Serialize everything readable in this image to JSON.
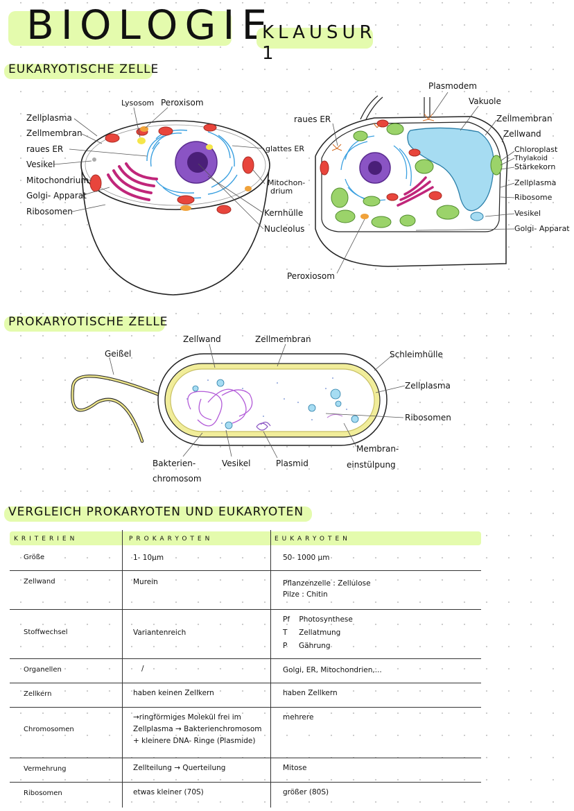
{
  "title": "BIOLOGIE",
  "subtitle": "KLAUSUR 1",
  "sections": {
    "eukaryotic": "EUKARYOTISCHE ZELLE",
    "prokaryotic": "PROKARYOTISCHE ZELLE",
    "comparison": "VERGLEICH PROKARYOTEN UND EUKARYOTEN"
  },
  "animal_cell_labels": {
    "lysosom": "Lysosom",
    "peroxisom": "Peroxisom",
    "zellplasma": "Zellplasma",
    "zellmembran": "Zellmembran",
    "raues_er": "raues ER",
    "vesikel": "Vesikel",
    "mitochondrium": "Mitochondrium",
    "golgi": "Golgi- Apparat",
    "ribosomen": "Ribosomen",
    "glattes_er": "glattes ER",
    "mitochondrium2_a": "Mitochon-",
    "mitochondrium2_b": "drium",
    "kernhuelle": "Kernhülle",
    "nucleolus": "Nucleolus"
  },
  "plant_cell_labels": {
    "plasmodem": "Plasmodem",
    "raues_er": "raues ER",
    "vakuole": "Vakuole",
    "zellmembran": "Zellmembran",
    "zellwand": "Zellwand",
    "chloroplast": "Chloroplast",
    "thylakoid": "Thylakoid",
    "staerkekorn": "Stärkekorn",
    "zellplasma": "Zellplasma",
    "ribosome": "Ribosome",
    "vesikel": "Vesikel",
    "golgi": "Golgi- Apparat",
    "peroxiosom": "Peroxiosom"
  },
  "prokaryote_labels": {
    "geissel": "Geißel",
    "zellwand": "Zellwand",
    "zellmembran": "Zellmembran",
    "schleimhuelle": "Schleimhülle",
    "zellplasma": "Zellplasma",
    "ribosomen": "Ribosomen",
    "bakterien_a": "Bakterien-",
    "bakterien_b": "chromosom",
    "vesikel": "Vesikel",
    "plasmid": "Plasmid",
    "membran_a": "Membran-",
    "membran_b": "einstülpung"
  },
  "table": {
    "headers": [
      "KRITERIEN",
      "PROKARYOTEN",
      "EUKARYOTEN"
    ],
    "rows": [
      {
        "k": "Größe",
        "p": [
          "1- 10µm"
        ],
        "e": [
          "50- 1000 µm"
        ]
      },
      {
        "k": "Zellwand",
        "p": [
          "Murein"
        ],
        "e": [
          "Pflanzenzelle : Zellulose",
          "Pilze : Chitin"
        ]
      },
      {
        "k": "Stoffwechsel",
        "p": [
          "Variantenreich"
        ],
        "e": [
          "Pf    Photosynthese",
          "T     Zellatmung",
          "P     Gährung"
        ]
      },
      {
        "k": "Organellen",
        "p": [
          "/"
        ],
        "e": [
          "Golgi, ER, Mitochondrien,..."
        ]
      },
      {
        "k": "Zellkern",
        "p": [
          "haben keinen Zellkern"
        ],
        "e": [
          "haben Zellkern"
        ]
      },
      {
        "k": "Chromosomen",
        "p": [
          "→ringförmiges Molekül frei im",
          "Zellplasma → Bakterienchromosom",
          "+ kleinere DNA- Ringe (Plasmide)"
        ],
        "e": [
          "mehrere"
        ]
      },
      {
        "k": "Vermehrung",
        "p": [
          "Zellteilung → Querteilung"
        ],
        "e": [
          "Mitose"
        ]
      },
      {
        "k": "Ribosomen",
        "p": [
          "etwas kleiner (70S)"
        ],
        "e": [
          "größer (80S)"
        ]
      }
    ]
  },
  "colors": {
    "highlight": "#e4fbad",
    "nucleus": "#8a54c4",
    "er": "#3aa0e0",
    "mitochondria": "#e8453c",
    "golgi": "#c0267a",
    "chloroplast": "#9bd36a",
    "vacuole": "#a6dcf2",
    "peroxisome": "#f0a23a"
  }
}
